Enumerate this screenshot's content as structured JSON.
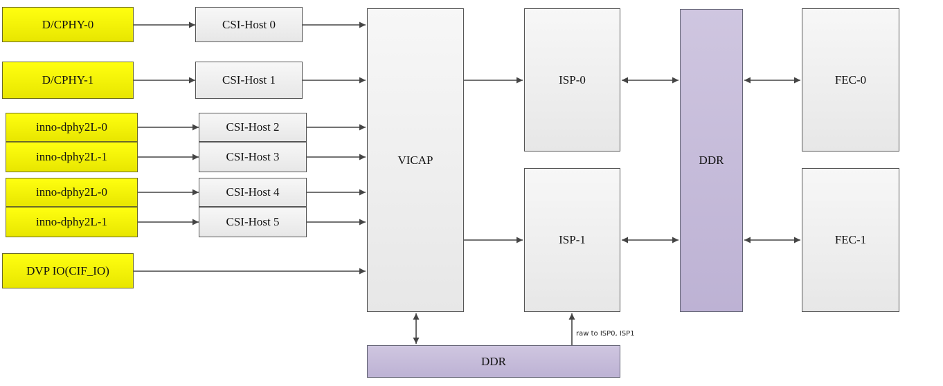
{
  "inputs": {
    "dcphy0": "D/CPHY-0",
    "dcphy1": "D/CPHY-1",
    "inno0a": "inno-dphy2L-0",
    "inno1a": "inno-dphy2L-1",
    "inno0b": "inno-dphy2L-0",
    "inno1b": "inno-dphy2L-1",
    "dvp": "DVP IO(CIF_IO)"
  },
  "csi": {
    "h0": "CSI-Host 0",
    "h1": "CSI-Host 1",
    "h2": "CSI-Host 2",
    "h3": "CSI-Host 3",
    "h4": "CSI-Host 4",
    "h5": "CSI-Host 5"
  },
  "blocks": {
    "vicap": "VICAP",
    "isp0": "ISP-0",
    "isp1": "ISP-1",
    "ddr_main": "DDR",
    "fec0": "FEC-0",
    "fec1": "FEC-1",
    "ddr_bottom": "DDR"
  },
  "annotations": {
    "raw_to_isp": "raw to ISP0, ISP1"
  },
  "colors": {
    "phy_fill": "#f2f000",
    "block_fill": "#eeeeee",
    "ddr_fill": "#c6bcd9",
    "arrow": "#444444"
  }
}
